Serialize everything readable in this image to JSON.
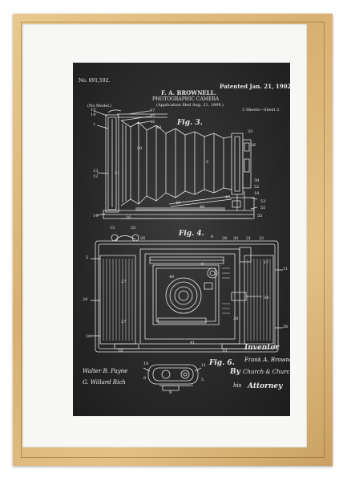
{
  "patent": {
    "number": "No. 691,592.",
    "inventor_name": "F. A. BROWNELL.",
    "invention_title": "PHOTOGRAPHIC CAMERA",
    "application_note": "(Application filed Aug. 21, 1899.)",
    "patented_date": "Patented Jan. 21, 1902.",
    "model_note": "(No Model.)",
    "sheets": "3 Sheets—Sheet 2."
  },
  "figures": {
    "fig3": "Fig. 3.",
    "fig4": "Fig. 4.",
    "fig6": "Fig. 6."
  },
  "signatures": {
    "witnesses_line1": "Walter B. Payne",
    "witnesses_line2": "G. Willard Rich",
    "inventor_label": "Inventor",
    "inventor_signature": "Frank A. Brownell",
    "by_label": "By",
    "attorney_signature": "Church & Church",
    "his_label": "his",
    "attorney_label": "Attorney"
  },
  "reference_numerals": {
    "fig3": [
      "15",
      "14",
      "47",
      "45",
      "46",
      "48",
      "7",
      "50",
      "51",
      "13",
      "12",
      "14",
      "42",
      "49",
      "48",
      "16",
      "5",
      "26",
      "33",
      "38",
      "52",
      "18",
      "53",
      "55",
      "55"
    ],
    "fig4": [
      "15",
      "25",
      "26",
      "4",
      "28",
      "30",
      "31",
      "32",
      "5",
      "27",
      "11",
      "24",
      "27",
      "40",
      "8",
      "36",
      "38",
      "41",
      "16",
      "18",
      "10",
      "34",
      "17"
    ],
    "fig6": [
      "10",
      "8",
      "11",
      "5",
      "9"
    ]
  },
  "colors": {
    "frame": "#d8b071",
    "mat": "#f7f7f5",
    "chalkboard": "#2c2c2c",
    "chalk": "#e8e8e8"
  }
}
